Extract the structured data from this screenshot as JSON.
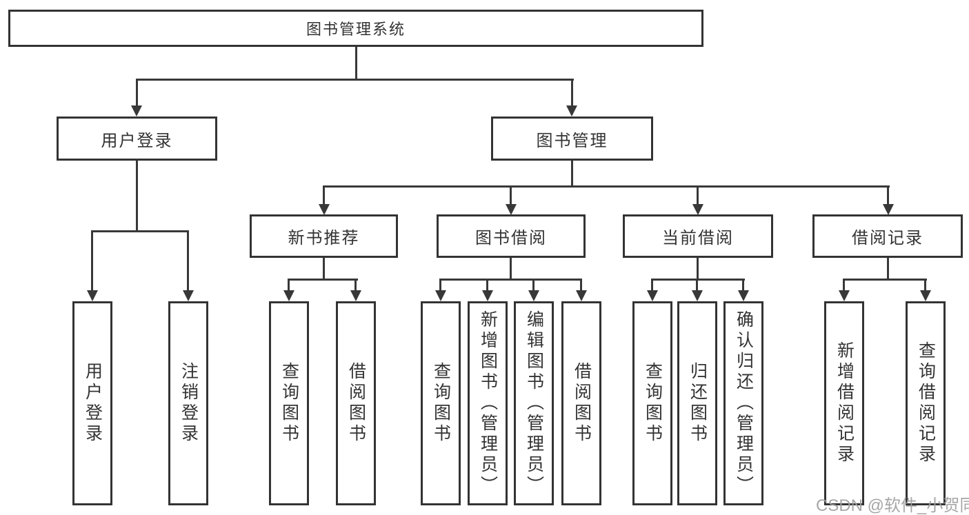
{
  "diagram": {
    "root": {
      "label": "图书管理系统"
    },
    "branches": [
      {
        "label": "用户登录",
        "children": [
          {
            "label": "用户登录"
          },
          {
            "label": "注销登录"
          }
        ]
      },
      {
        "label": "图书管理",
        "children": [
          {
            "label": "新书推荐",
            "children": [
              {
                "label": "查询图书"
              },
              {
                "label": "借阅图书"
              }
            ]
          },
          {
            "label": "图书借阅",
            "children": [
              {
                "label": "查询图书"
              },
              {
                "label": "新增图书（管理员）"
              },
              {
                "label": "编辑图书（管理员）"
              },
              {
                "label": "借阅图书"
              }
            ]
          },
          {
            "label": "当前借阅",
            "children": [
              {
                "label": "查询图书"
              },
              {
                "label": "归还图书"
              },
              {
                "label": "确认归还（管理员）"
              }
            ]
          },
          {
            "label": "借阅记录",
            "children": [
              {
                "label": "新增借阅记录"
              },
              {
                "label": "查询借阅记录"
              }
            ]
          }
        ]
      }
    ]
  },
  "watermark": {
    "text": "CSDN @软件_小贺同学"
  },
  "colors": {
    "line": "#383838",
    "border": "#333333",
    "text": "#333333",
    "watermark": "#9f9f9f",
    "background": "#ffffff"
  }
}
